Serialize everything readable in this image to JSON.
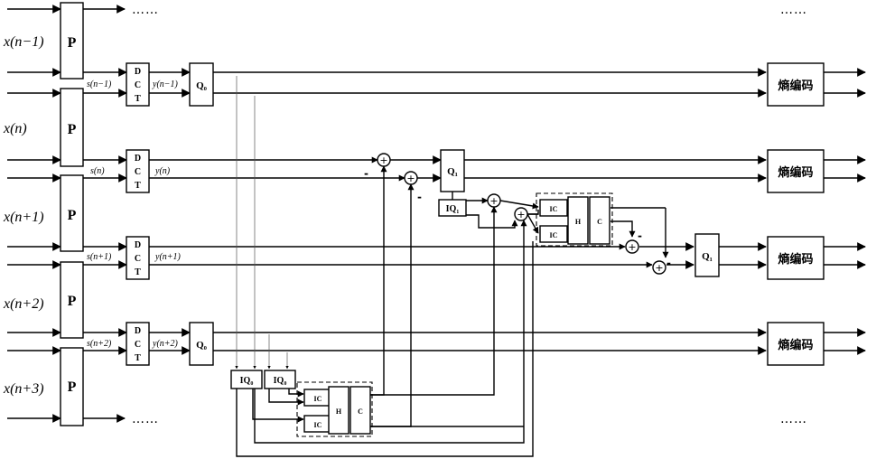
{
  "inputs": [
    "x(n−1)",
    "x(n)",
    "x(n+1)",
    "x(n+2)",
    "x(n+3)"
  ],
  "subbands": [
    "s(n−1)",
    "s(n)",
    "s(n+1)",
    "s(n+2)"
  ],
  "coeffs": [
    "y(n−1)",
    "y(n)",
    "y(n+1)",
    "y(n+2)"
  ],
  "blocks": {
    "p": "P",
    "dct": [
      "D",
      "C",
      "T"
    ],
    "q0": "Q₀",
    "q1": "Q₁",
    "iq0": "IQ₀",
    "iq1": "IQ₁",
    "ic": "IC",
    "h": "H",
    "c": "C",
    "entropy": "熵编码"
  },
  "symbols": {
    "plus": "+",
    "minus": "-",
    "ellipsis": "……"
  }
}
